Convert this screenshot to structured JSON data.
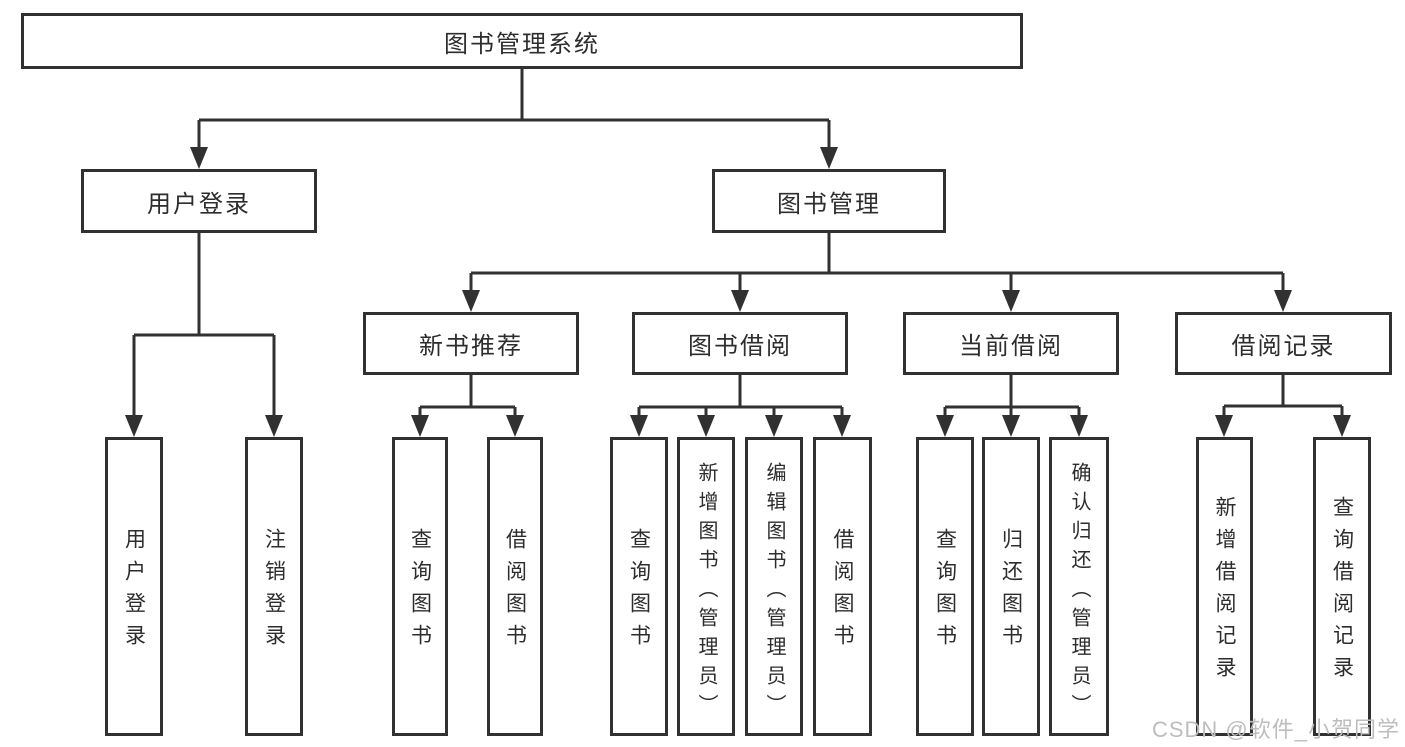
{
  "diagram": {
    "title": "图书管理系统",
    "nodes": {
      "root": "图书管理系统",
      "user_login": "用户登录",
      "book_management": "图书管理",
      "new_book_recommend": "新书推荐",
      "book_borrow": "图书借阅",
      "current_borrow": "当前借阅",
      "borrow_records": "借阅记录",
      "leaf_user_login": "用户登录",
      "leaf_logout": "注销登录",
      "leaf_query_book_a": "查询图书",
      "leaf_borrow_book_a": "借阅图书",
      "leaf_query_book_b": "查询图书",
      "leaf_add_book_admin": "新增图书（管理员）",
      "leaf_edit_book_admin": "编辑图书（管理员）",
      "leaf_borrow_book_b": "借阅图书",
      "leaf_query_book_c": "查询图书",
      "leaf_return_book": "归还图书",
      "leaf_confirm_return_admin": "确认归还（管理员）",
      "leaf_add_borrow_record": "新增借阅记录",
      "leaf_query_borrow_record": "查询借阅记录"
    },
    "watermark": "CSDN @软件_小贺同学",
    "colors": {
      "line": "#313131",
      "text": "#2d2d2d",
      "watermark": "#bdbdbd",
      "background": "#ffffff"
    }
  }
}
